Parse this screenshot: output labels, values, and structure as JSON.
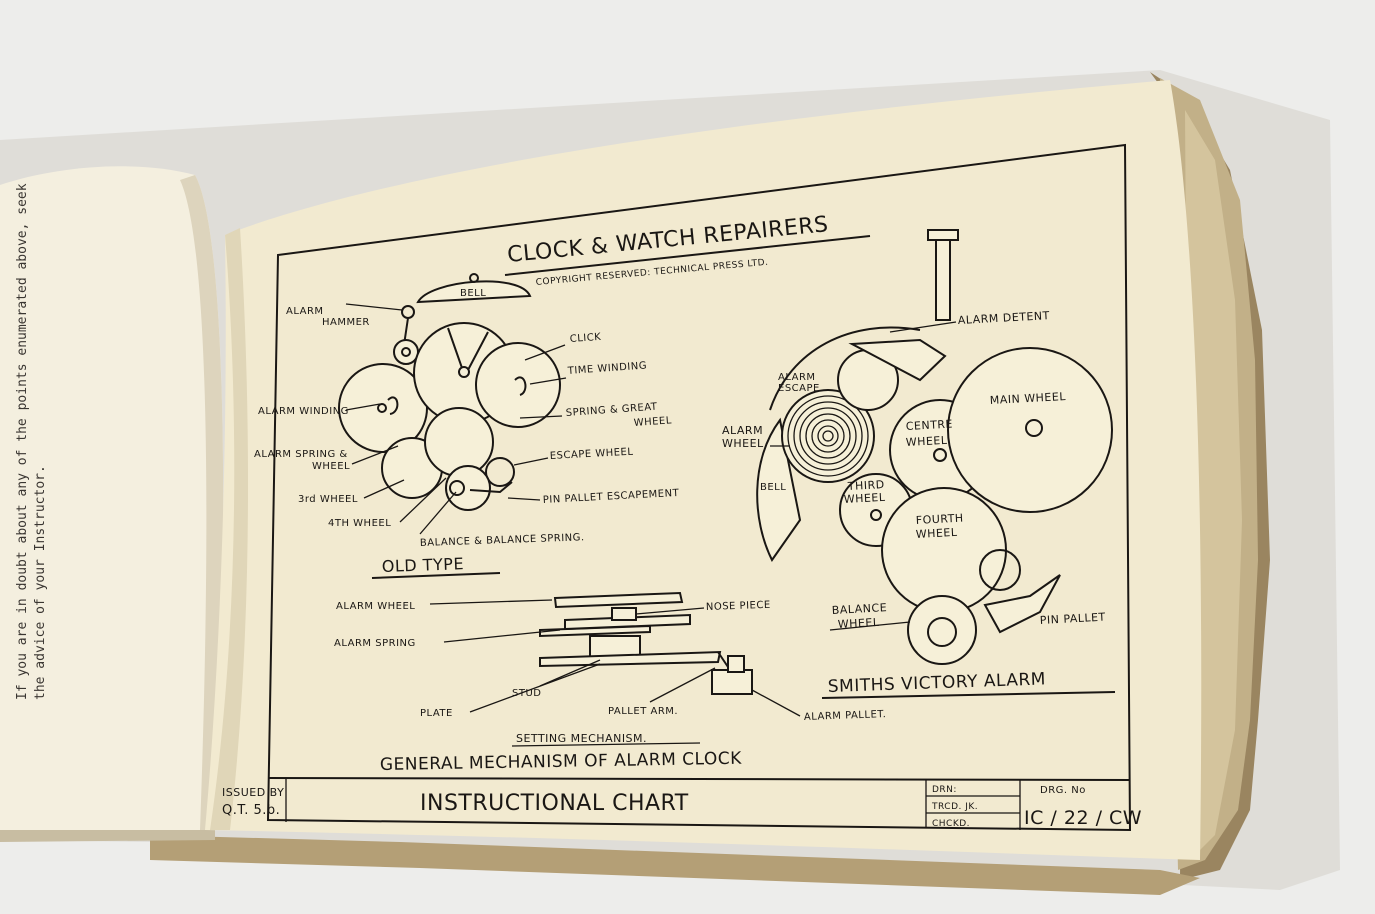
{
  "left_page": {
    "typed_note_line1": "If you are in doubt about any of the points enumerated above, seek",
    "typed_note_line2": "the advice of your Instructor."
  },
  "chart": {
    "heading": "CLOCK & WATCH REPAIRERS",
    "copyright": "COPYRIGHT RESERVED: TECHNICAL PRESS LTD.",
    "old_type": {
      "title": "OLD TYPE",
      "labels": {
        "bell": "BELL",
        "alarm_hammer_1": "ALARM",
        "alarm_hammer_2": "HAMMER",
        "click": "CLICK",
        "time_winding": "TIME WINDING",
        "spring_great_wheel_1": "SPRING & GREAT",
        "spring_great_wheel_2": "WHEEL",
        "alarm_winding": "ALARM WINDING",
        "alarm_spring_wheel_1": "ALARM SPRING &",
        "alarm_spring_wheel_2": "WHEEL",
        "escape_wheel": "ESCAPE WHEEL",
        "third_wheel": "3rd WHEEL",
        "fourth_wheel": "4TH WHEEL",
        "pin_pallet_escapement": "PIN PALLET ESCAPEMENT",
        "balance_spring": "BALANCE & BALANCE SPRING."
      }
    },
    "smiths": {
      "title": "SMITHS VICTORY ALARM",
      "labels": {
        "alarm_detent": "ALARM DETENT",
        "alarm_escape_1": "ALARM",
        "alarm_escape_2": "ESCAPE",
        "main_wheel": "MAIN WHEEL",
        "alarm_wheel_1": "ALARM",
        "alarm_wheel_2": "WHEEL",
        "centre_wheel_1": "CENTRE",
        "centre_wheel_2": "WHEEL",
        "bell": "BELL",
        "third_wheel_1": "THIRD",
        "third_wheel_2": "WHEEL",
        "fourth_wheel_1": "FOURTH",
        "fourth_wheel_2": "WHEEL",
        "balance_wheel_1": "BALANCE",
        "balance_wheel_2": "WHEEL",
        "pin_pallet": "PIN PALLET"
      }
    },
    "setting": {
      "title": "SETTING MECHANISM.",
      "labels": {
        "alarm_wheel": "ALARM WHEEL",
        "nose_piece": "NOSE PIECE",
        "alarm_spring": "ALARM SPRING",
        "stud": "STUD",
        "plate": "PLATE",
        "pallet_arm": "PALLET ARM.",
        "alarm_pallet": "ALARM PALLET."
      }
    },
    "general_title": "GENERAL MECHANISM OF ALARM CLOCK",
    "title_block": {
      "issued_by_label": "ISSUED BY",
      "issued_by_value": "Q.T. 5.b.",
      "chart_title": "INSTRUCTIONAL CHART",
      "drn": "DRN:",
      "trcd": "TRCD. JK.",
      "chckd": "CHCKD.",
      "drg_no_label": "DRG. No",
      "drg_no_value": "IC / 22 / CW"
    }
  }
}
